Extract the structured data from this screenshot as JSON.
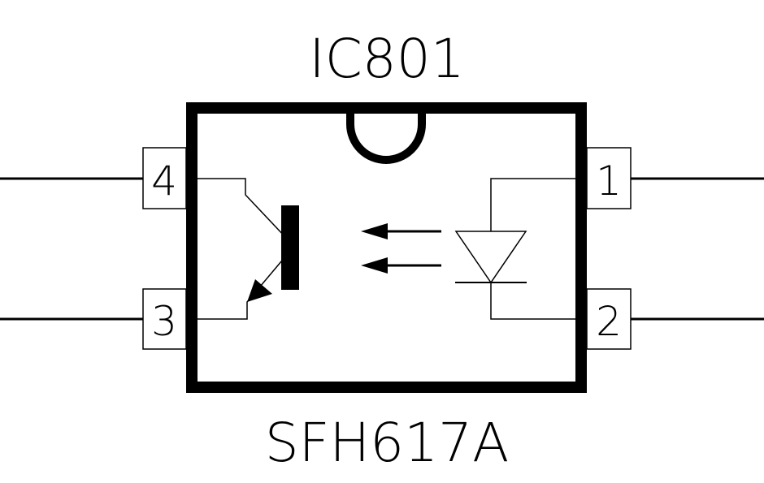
{
  "component": {
    "designator": "IC801",
    "part_number": "SFH617A"
  },
  "pins": {
    "p1": "1",
    "p2": "2",
    "p3": "3",
    "p4": "4"
  },
  "colors": {
    "ink": "#000000",
    "paper": "#ffffff"
  }
}
